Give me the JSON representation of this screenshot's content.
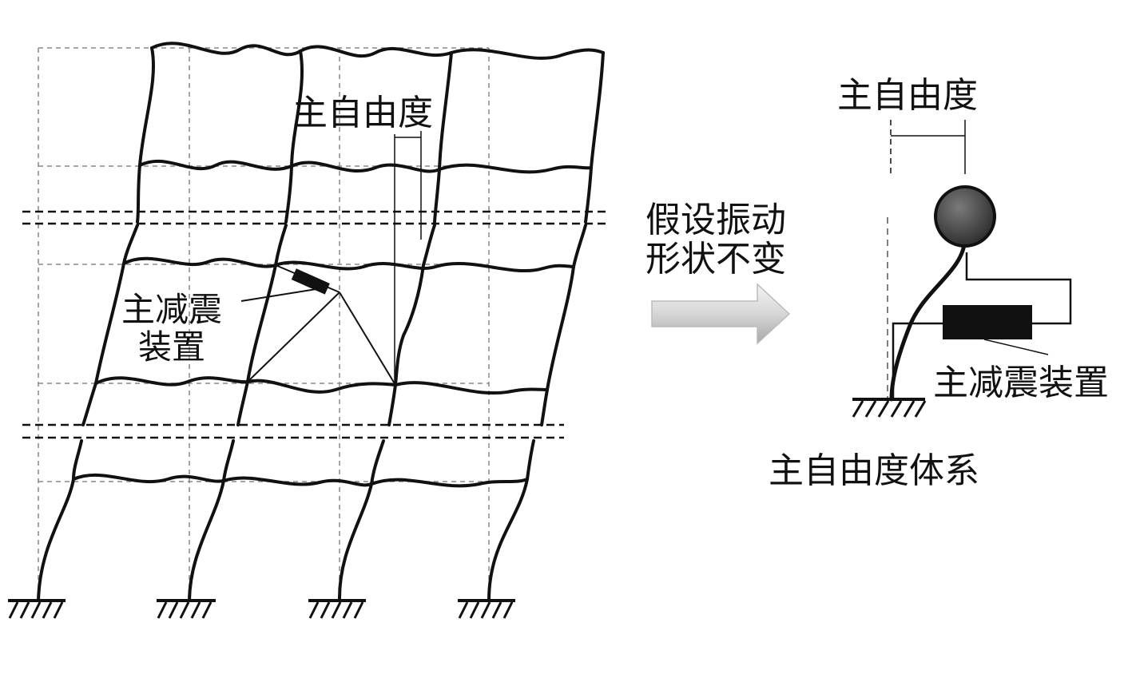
{
  "left_frame": {
    "dof_label": "主自由度",
    "device_label_line1": "主减震",
    "device_label_line2": "装置"
  },
  "transform": {
    "line1": "假设振动",
    "line2": "形状不变"
  },
  "right_system": {
    "dof_label": "主自由度",
    "device_label": "主减震装置",
    "system_label": "主自由度体系"
  }
}
